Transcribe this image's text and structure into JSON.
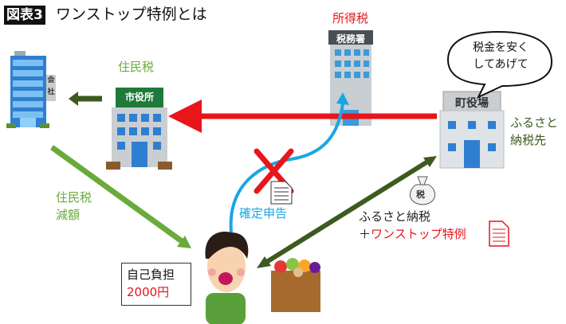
{
  "title": {
    "badge": "図表3",
    "text": "ワンストップ特例とは"
  },
  "buildings": {
    "company_sign": "会社",
    "city_hall_sign": "市役所",
    "tax_office_sign": "税務署",
    "town_hall_sign": "町役場"
  },
  "labels": {
    "resident_tax": "住民税",
    "income_tax": "所得税",
    "hometown_dest_line1": "ふるさと",
    "hometown_dest_line2": "納税先",
    "resident_tax_reduction_line1": "住民税",
    "resident_tax_reduction_line2": "減額",
    "tax_return": "確定申告",
    "furusato_nozei": "ふるさと納税",
    "plus": "＋",
    "one_stop": "ワンストップ特例",
    "money_bag": "税"
  },
  "speech_bubble": {
    "line1": "税金を安く",
    "line2": "してあげて"
  },
  "self_burden": {
    "label": "自己負担",
    "amount": "2000円"
  },
  "colors": {
    "red": "#e8151b",
    "blue": "#1aa6e4",
    "light_green": "#6aaa3a",
    "dark_green": "#3d5a1f",
    "sign_green": "#1f7a3a"
  }
}
